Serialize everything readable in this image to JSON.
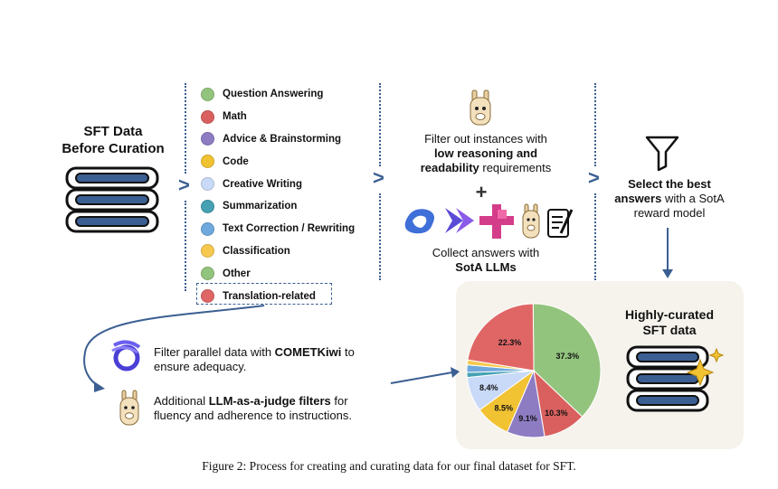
{
  "left": {
    "title_line1": "SFT Data",
    "title_line2": "Before Curation"
  },
  "categories": [
    {
      "label": "Question Answering",
      "color": "#93c47d"
    },
    {
      "label": "Math",
      "color": "#d9605e"
    },
    {
      "label": "Advice & Brainstorming",
      "color": "#8e7cc3"
    },
    {
      "label": "Code",
      "color": "#f1c232"
    },
    {
      "label": "Creative Writing",
      "color": "#c9daf8"
    },
    {
      "label": "Summarization",
      "color": "#45a1b3"
    },
    {
      "label": "Text Correction / Rewriting",
      "color": "#6fa8dc"
    },
    {
      "label": "Classification",
      "color": "#f6c94e"
    },
    {
      "label": "Other",
      "color": "#93c47d"
    },
    {
      "label": "Translation-related",
      "color": "#e06666"
    }
  ],
  "middle": {
    "filter_line1": "Filter out instances with",
    "filter_bold": "low reasoning and",
    "filter_bold2": "readability",
    "filter_tail": " requirements",
    "plus": "+",
    "collect_line1": "Collect answers with",
    "collect_bold": "SotA LLMs"
  },
  "right": {
    "select_bold1": "Select the best",
    "select_bold2": "answers",
    "select_tail": " with a SotA",
    "select_line3": "reward model"
  },
  "result": {
    "title_line1": "Highly-curated",
    "title_line2": "SFT data"
  },
  "bottom": {
    "comet_pre": "Filter parallel data with ",
    "comet_bold": "COMETKiwi",
    "comet_post": " to",
    "comet_line2": "ensure adequacy.",
    "judge_pre": "Additional ",
    "judge_bold": "LLM-as-a-judge filters",
    "judge_post": " for",
    "judge_line2": "fluency and adherence to instructions."
  },
  "caption": "Figure 2: Process for creating and curating data for our final dataset for SFT.",
  "chart_data": {
    "type": "pie",
    "slices": [
      {
        "label": "37.3%",
        "value": 37.3,
        "color": "#93c47d"
      },
      {
        "label": "10.3%",
        "value": 10.3,
        "color": "#d9605e"
      },
      {
        "label": "9.1%",
        "value": 9.1,
        "color": "#8e7cc3"
      },
      {
        "label": "8.5%",
        "value": 8.5,
        "color": "#f1c232"
      },
      {
        "label": "8.4%",
        "value": 8.4,
        "color": "#c9daf8"
      },
      {
        "label": "",
        "value": 1.2,
        "color": "#45a1b3"
      },
      {
        "label": "",
        "value": 1.8,
        "color": "#6fa8dc"
      },
      {
        "label": "",
        "value": 1.2,
        "color": "#f6c94e"
      },
      {
        "label": "22.3%",
        "value": 22.3,
        "color": "#e06666"
      }
    ]
  }
}
